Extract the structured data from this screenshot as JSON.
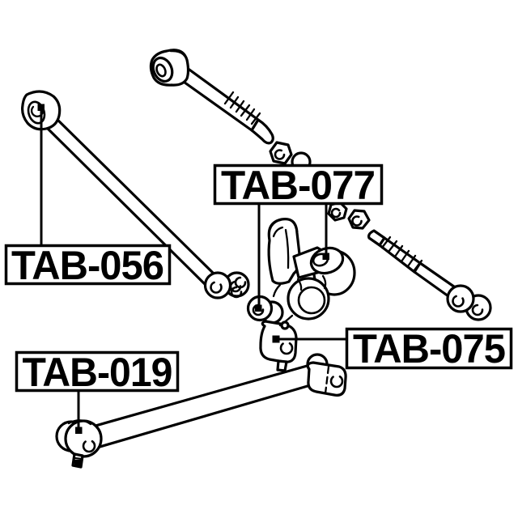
{
  "diagram": {
    "background_color": "#ffffff",
    "line_color": "#000000",
    "marker_color": "#000000",
    "part_labels": {
      "tab_077": "TAB-077",
      "tab_056": "TAB-056",
      "tab_075": "TAB-075",
      "tab_019": "TAB-019"
    }
  }
}
